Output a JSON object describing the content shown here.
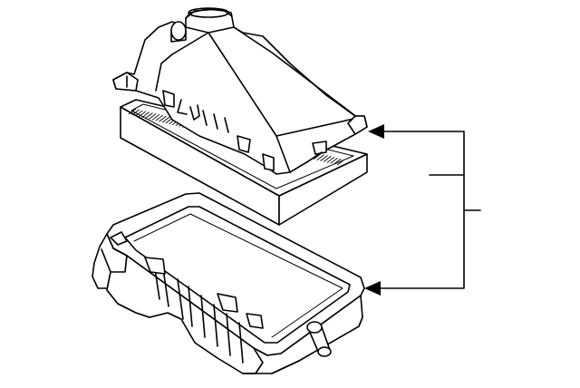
{
  "diagram": {
    "background": "#ffffff",
    "line_color": "#000000",
    "parts": [
      {
        "name": "air-cleaner-upper-cover"
      },
      {
        "name": "air-filter-element"
      },
      {
        "name": "air-cleaner-lower-housing"
      }
    ],
    "callout": {
      "arrow_count": 2,
      "label": ""
    }
  }
}
